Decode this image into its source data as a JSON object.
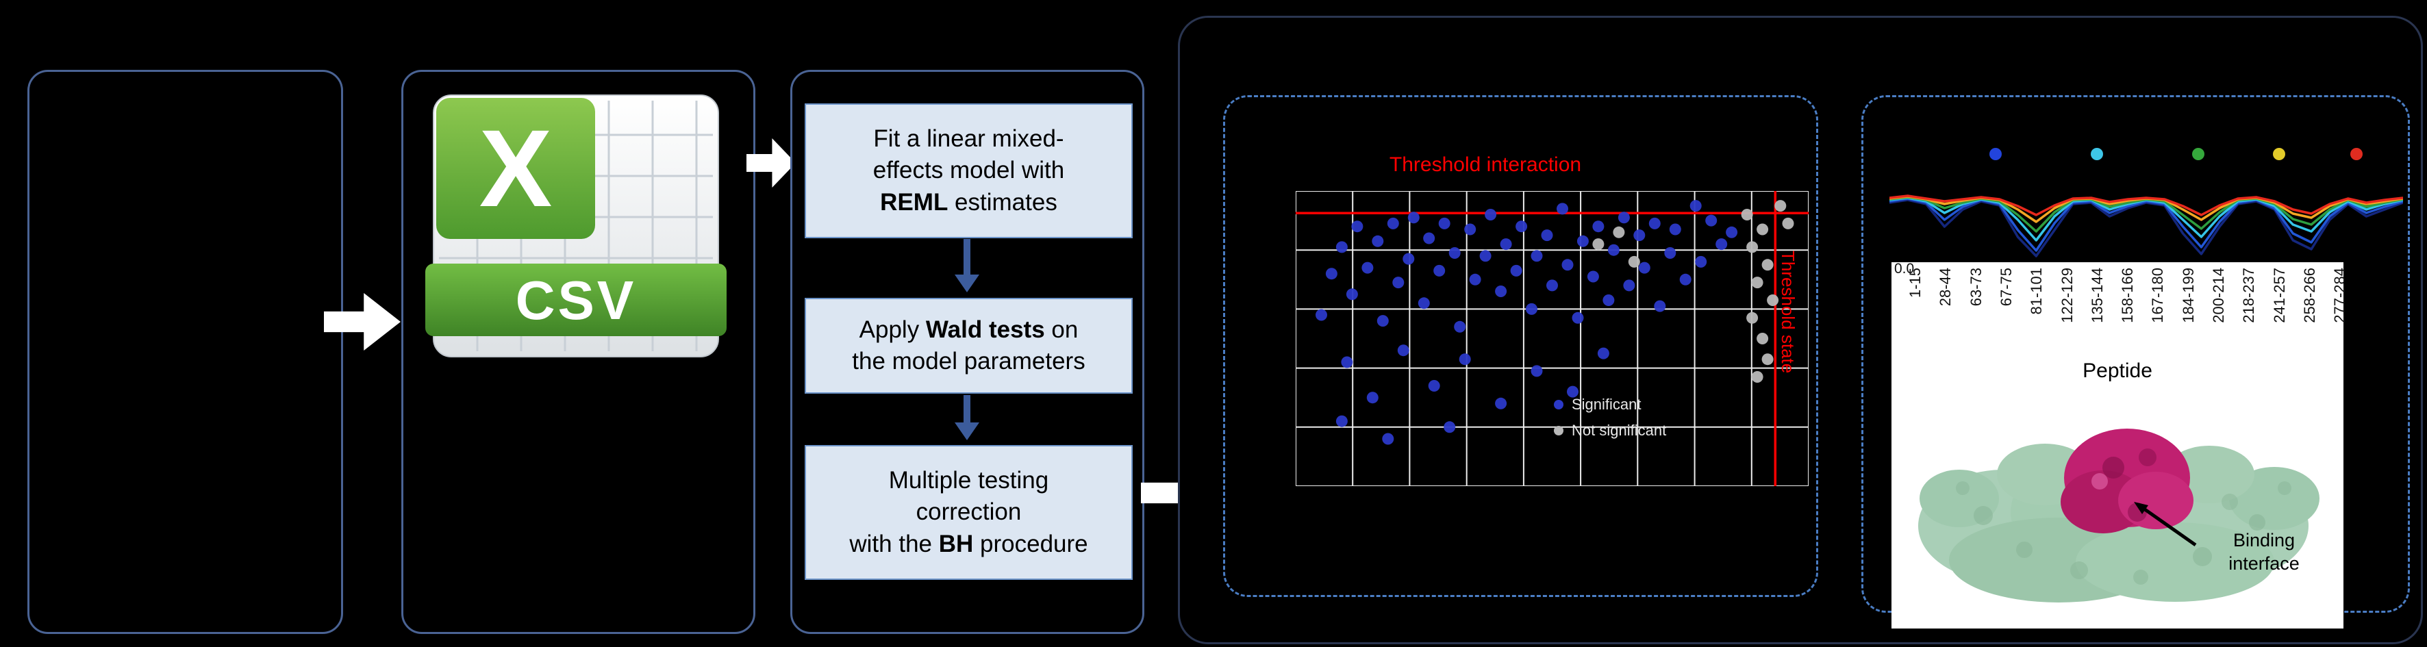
{
  "csv": {
    "label": "CSV",
    "x_glyph": "X"
  },
  "steps": {
    "box1": {
      "line1": "Fit a linear mixed-",
      "line2": "effects model with",
      "bold3": "REML",
      "post3": " estimates"
    },
    "box2": {
      "pre1": "Apply ",
      "bold1": "Wald tests",
      "post1": " on",
      "line2": "the model parameters"
    },
    "box3": {
      "line1": "Multiple testing",
      "line2": "correction",
      "pre3": "with the ",
      "bold3": "BH",
      "post3": " procedure"
    }
  },
  "scatter_chart": {
    "type": "scatter",
    "title": "Threshold interaction",
    "right_axis_label": "Threshold state",
    "threshold_color": "#ff0000",
    "threshold_x_frac": 0.935,
    "threshold_y_frac": 0.075,
    "grid_cols": 9,
    "grid_rows": 5,
    "legend": [
      {
        "label": "Significant",
        "color": "#2b39c8"
      },
      {
        "label": "Not significant",
        "color": "#b9b9b9"
      }
    ],
    "series": [
      {
        "name": "significant",
        "color": "#2b39c8",
        "points": [
          [
            0.05,
            0.42
          ],
          [
            0.07,
            0.28
          ],
          [
            0.09,
            0.19
          ],
          [
            0.11,
            0.35
          ],
          [
            0.12,
            0.12
          ],
          [
            0.14,
            0.26
          ],
          [
            0.16,
            0.17
          ],
          [
            0.17,
            0.44
          ],
          [
            0.19,
            0.11
          ],
          [
            0.2,
            0.31
          ],
          [
            0.22,
            0.23
          ],
          [
            0.23,
            0.09
          ],
          [
            0.25,
            0.38
          ],
          [
            0.26,
            0.16
          ],
          [
            0.28,
            0.27
          ],
          [
            0.29,
            0.11
          ],
          [
            0.31,
            0.21
          ],
          [
            0.32,
            0.46
          ],
          [
            0.34,
            0.13
          ],
          [
            0.35,
            0.3
          ],
          [
            0.37,
            0.22
          ],
          [
            0.38,
            0.08
          ],
          [
            0.4,
            0.34
          ],
          [
            0.41,
            0.18
          ],
          [
            0.43,
            0.27
          ],
          [
            0.44,
            0.12
          ],
          [
            0.46,
            0.4
          ],
          [
            0.47,
            0.22
          ],
          [
            0.49,
            0.15
          ],
          [
            0.5,
            0.32
          ],
          [
            0.52,
            0.06
          ],
          [
            0.53,
            0.25
          ],
          [
            0.55,
            0.43
          ],
          [
            0.56,
            0.17
          ],
          [
            0.58,
            0.29
          ],
          [
            0.59,
            0.12
          ],
          [
            0.61,
            0.37
          ],
          [
            0.62,
            0.2
          ],
          [
            0.64,
            0.09
          ],
          [
            0.65,
            0.32
          ],
          [
            0.67,
            0.15
          ],
          [
            0.68,
            0.26
          ],
          [
            0.7,
            0.11
          ],
          [
            0.71,
            0.39
          ],
          [
            0.73,
            0.21
          ],
          [
            0.74,
            0.13
          ],
          [
            0.76,
            0.3
          ],
          [
            0.78,
            0.05
          ],
          [
            0.79,
            0.24
          ],
          [
            0.81,
            0.1
          ],
          [
            0.83,
            0.18
          ],
          [
            0.85,
            0.14
          ],
          [
            0.1,
            0.58
          ],
          [
            0.15,
            0.7
          ],
          [
            0.21,
            0.54
          ],
          [
            0.27,
            0.66
          ],
          [
            0.33,
            0.57
          ],
          [
            0.4,
            0.72
          ],
          [
            0.18,
            0.84
          ],
          [
            0.09,
            0.78
          ],
          [
            0.47,
            0.61
          ],
          [
            0.54,
            0.68
          ],
          [
            0.3,
            0.8
          ],
          [
            0.6,
            0.55
          ]
        ]
      },
      {
        "name": "not_significant",
        "color": "#b9b9b9",
        "points": [
          [
            0.88,
            0.08
          ],
          [
            0.91,
            0.13
          ],
          [
            0.89,
            0.19
          ],
          [
            0.92,
            0.25
          ],
          [
            0.9,
            0.31
          ],
          [
            0.93,
            0.37
          ],
          [
            0.89,
            0.43
          ],
          [
            0.91,
            0.5
          ],
          [
            0.92,
            0.57
          ],
          [
            0.9,
            0.63
          ],
          [
            0.945,
            0.05
          ],
          [
            0.96,
            0.11
          ],
          [
            0.59,
            0.18
          ],
          [
            0.63,
            0.14
          ],
          [
            0.66,
            0.24
          ]
        ]
      }
    ]
  },
  "uptake_chart": {
    "type": "line",
    "y_tick_label": "0.0",
    "x_axis_label": "Peptide",
    "categories": [
      "1-15",
      "28-44",
      "63-73",
      "67-75",
      "81-101",
      "122-129",
      "135-144",
      "158-166",
      "167-180",
      "184-199",
      "200-214",
      "218-237",
      "241-257",
      "258-266",
      "277-284"
    ],
    "legend_dot_colors": [
      "#2244dd",
      "#3ec6e8",
      "#35a83c",
      "#e3cb2a",
      "#e02c20"
    ],
    "series": [
      {
        "color": "#14277e",
        "values": [
          0.8,
          0.84,
          0.78,
          0.45,
          0.7,
          0.82,
          0.76,
          0.3,
          0.02,
          0.4,
          0.78,
          0.8,
          0.6,
          0.72,
          0.8,
          0.76,
          0.35,
          0.05,
          0.45,
          0.78,
          0.82,
          0.7,
          0.25,
          0.12,
          0.55,
          0.78,
          0.6,
          0.7,
          0.8
        ]
      },
      {
        "color": "#2257d6",
        "values": [
          0.82,
          0.86,
          0.8,
          0.55,
          0.74,
          0.84,
          0.78,
          0.4,
          0.1,
          0.5,
          0.8,
          0.82,
          0.65,
          0.75,
          0.82,
          0.78,
          0.45,
          0.15,
          0.52,
          0.8,
          0.84,
          0.72,
          0.35,
          0.22,
          0.6,
          0.8,
          0.65,
          0.74,
          0.82
        ]
      },
      {
        "color": "#35c4e8",
        "values": [
          0.84,
          0.87,
          0.82,
          0.65,
          0.78,
          0.85,
          0.8,
          0.55,
          0.25,
          0.6,
          0.82,
          0.84,
          0.7,
          0.78,
          0.84,
          0.8,
          0.55,
          0.3,
          0.6,
          0.82,
          0.85,
          0.75,
          0.48,
          0.38,
          0.66,
          0.82,
          0.7,
          0.78,
          0.84
        ]
      },
      {
        "color": "#2e9e3f",
        "values": [
          0.85,
          0.88,
          0.84,
          0.72,
          0.8,
          0.86,
          0.82,
          0.62,
          0.38,
          0.66,
          0.84,
          0.85,
          0.74,
          0.8,
          0.85,
          0.82,
          0.62,
          0.42,
          0.66,
          0.84,
          0.86,
          0.78,
          0.56,
          0.48,
          0.7,
          0.84,
          0.74,
          0.8,
          0.85
        ]
      },
      {
        "color": "#f5a623",
        "values": [
          0.86,
          0.89,
          0.85,
          0.78,
          0.83,
          0.87,
          0.84,
          0.7,
          0.52,
          0.72,
          0.85,
          0.86,
          0.78,
          0.83,
          0.86,
          0.84,
          0.7,
          0.55,
          0.72,
          0.85,
          0.87,
          0.8,
          0.64,
          0.58,
          0.75,
          0.85,
          0.78,
          0.82,
          0.86
        ]
      },
      {
        "color": "#e8291c",
        "values": [
          0.87,
          0.9,
          0.86,
          0.82,
          0.85,
          0.88,
          0.85,
          0.75,
          0.62,
          0.76,
          0.86,
          0.87,
          0.81,
          0.85,
          0.87,
          0.85,
          0.75,
          0.62,
          0.76,
          0.86,
          0.88,
          0.82,
          0.7,
          0.64,
          0.78,
          0.86,
          0.8,
          0.84,
          0.87
        ]
      }
    ]
  },
  "protein": {
    "annotation": "Binding interface"
  }
}
